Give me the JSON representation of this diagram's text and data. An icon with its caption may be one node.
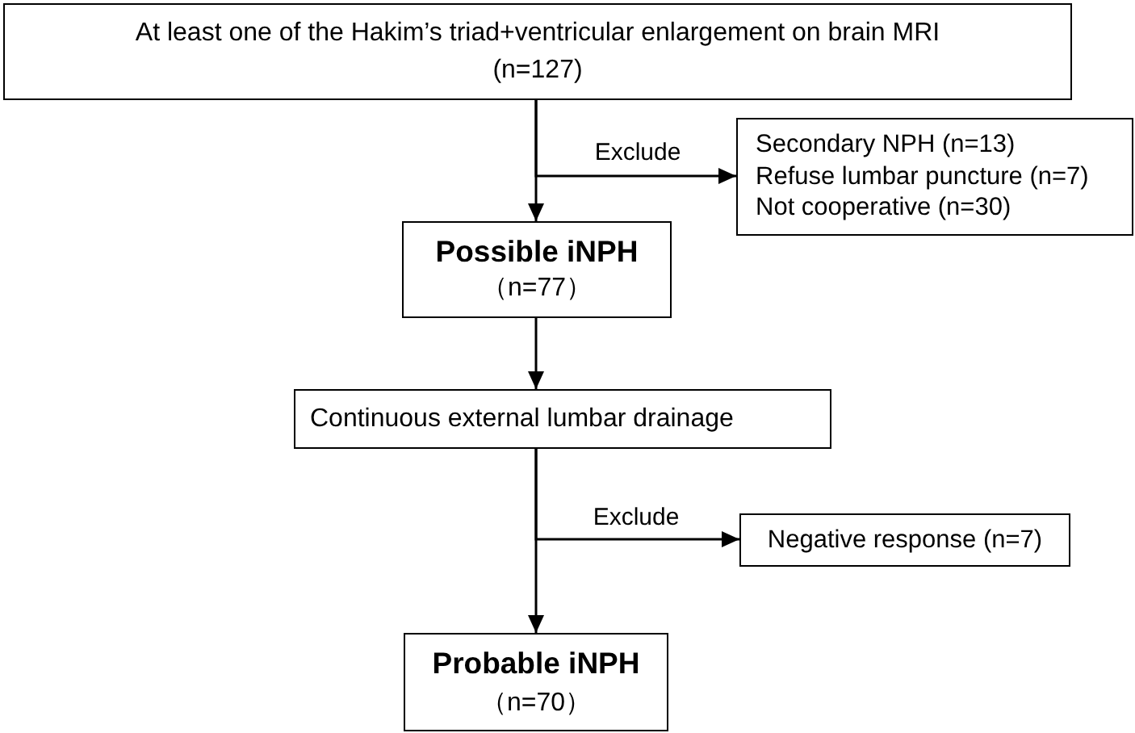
{
  "diagram": {
    "nodes": [
      {
        "text": [
          "At least one of the Hakim’s triad+ventricular enlargement on brain MRI",
          "(n=127)"
        ]
      },
      {
        "text": [
          "Secondary NPH (n=13)",
          "Refuse lumbar puncture (n=7)",
          "Not cooperative (n=30)"
        ]
      },
      {
        "text": [
          "Possible iNPH",
          "（n=77）"
        ]
      },
      {
        "text": [
          "Continuous external lumbar drainage"
        ]
      },
      {
        "text": [
          "Negative response (n=7)"
        ]
      },
      {
        "text": [
          "Probable iNPH",
          "（n=70）"
        ]
      }
    ],
    "edges": [
      {
        "from": 0,
        "to": 2,
        "arrow": "to"
      },
      {
        "from": 0,
        "to": 1,
        "arrow": "to",
        "label": "Exclude"
      },
      {
        "from": 2,
        "to": 3,
        "arrow": "to"
      },
      {
        "from": 3,
        "to": 5,
        "arrow": "to"
      },
      {
        "from": 3,
        "to": 4,
        "arrow": "to",
        "label": "Exclude"
      }
    ]
  }
}
